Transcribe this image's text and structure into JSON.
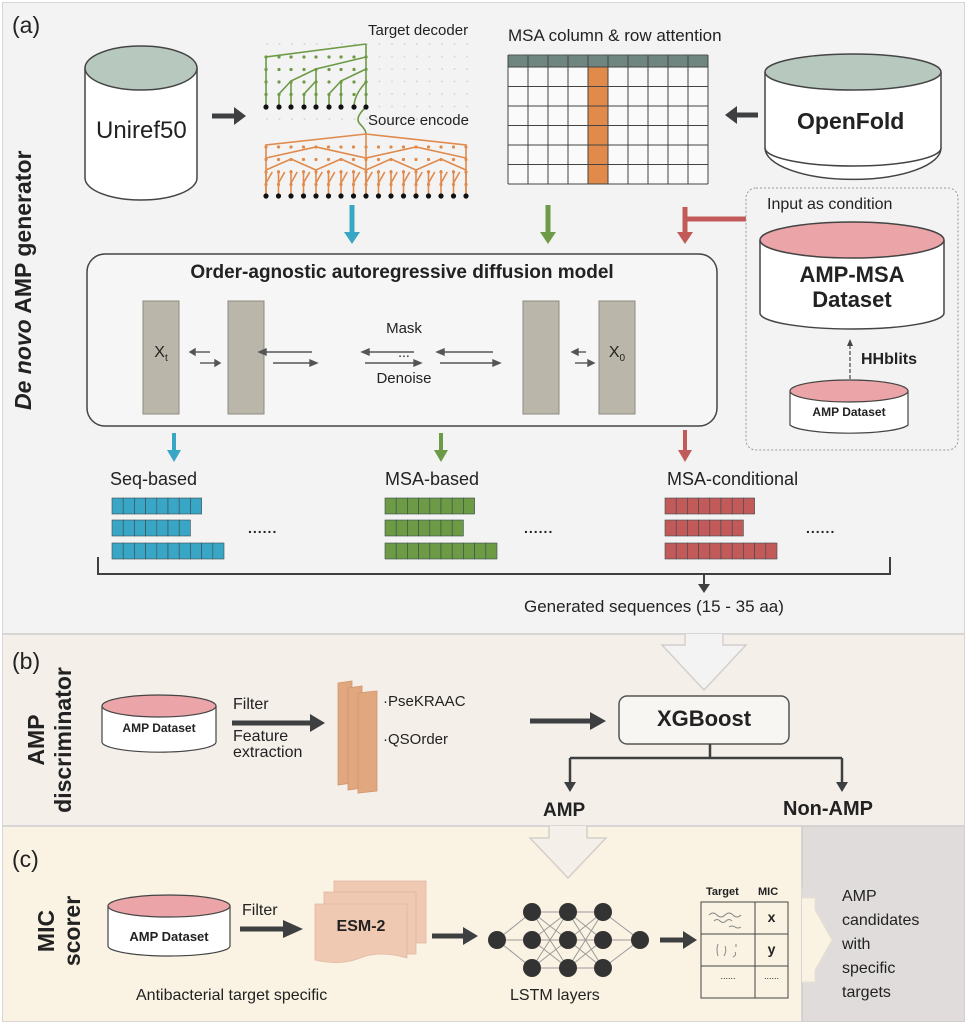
{
  "panels": {
    "a": {
      "label": "(a)",
      "side_title_italic": "De novo",
      "side_title_rest": " AMP generator",
      "uniref": "Uniref50",
      "target_decoder": "Target decoder",
      "source_encode": "Source encode",
      "msa_attention": "MSA column & row attention",
      "openfold": "OpenFold",
      "input_condition": "Input as condition",
      "amp_msa_line1": "AMP-MSA",
      "amp_msa_line2": "Dataset",
      "hhblits": "HHblits",
      "amp_dataset": "AMP Dataset",
      "model_title": "Order-agnostic autoregressive diffusion model",
      "xt": "X",
      "xt_sub": "t",
      "x0": "X",
      "x0_sub": "0",
      "mask": "Mask",
      "ellipsis": "...",
      "denoise": "Denoise",
      "seq_based": "Seq-based",
      "msa_based": "MSA-based",
      "msa_conditional": "MSA-conditional",
      "dots": "......",
      "generated": "Generated sequences (15 - 35 aa)"
    },
    "b": {
      "label": "(b)",
      "side_title_1": "AMP",
      "side_title_2": "discriminator",
      "amp_dataset": "AMP Dataset",
      "filter": "Filter",
      "feature_1": "Feature",
      "feature_2": "extraction",
      "feature_a": "·PseKRAAC",
      "feature_b": "·QSOrder",
      "xgboost": "XGBoost",
      "amp": "AMP",
      "non_amp": "Non-AMP"
    },
    "c": {
      "label": "(c)",
      "side_title_1": "MIC",
      "side_title_2": "scorer",
      "amp_dataset": "AMP Dataset",
      "filter": "Filter",
      "esm": "ESM-2",
      "antibacterial": "Antibacterial target specific",
      "lstm": "LSTM layers",
      "table_header_target": "Target",
      "table_header_mic": "MIC",
      "table_rows": [
        {
          "target": "~~~",
          "mic": "x"
        },
        {
          "target": "( ) ;",
          "mic": "y"
        },
        {
          "target": "......",
          "mic": "......"
        }
      ],
      "result_lines": [
        "AMP",
        "candidates",
        "with",
        "specific",
        "targets"
      ]
    }
  },
  "colors": {
    "blue": "#3aa6c6",
    "green": "#6c9a45",
    "red": "#c25a5a",
    "orange": "#e08a4c",
    "grey_block": "#bab7aa",
    "dark": "#3d3f41",
    "db_green": "#b7c9bf",
    "db_pink": "#eba5a8",
    "esm": "#f0c9b3",
    "feat": "#e1a77e"
  },
  "sequences": {
    "seq_rows": [
      8,
      7,
      10
    ],
    "msa_rows": [
      8,
      7,
      10
    ],
    "cond_rows": [
      8,
      7,
      10
    ]
  }
}
